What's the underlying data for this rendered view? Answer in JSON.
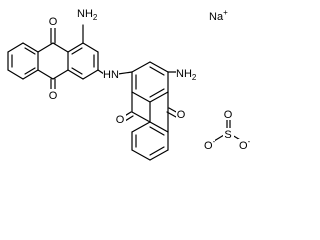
{
  "labels": {
    "oxo_a_top": "O",
    "amino_a": "NH",
    "amino_a_sub": "2",
    "oxo_a_bottom": "O",
    "bridge_n": "HN",
    "amino_b": "NH",
    "amino_b_sub": "2",
    "oxo_b_top": "O",
    "oxo_b_bottom": "O",
    "sodium": "Na",
    "sodium_charge": "+",
    "sulfite_o_top": "O",
    "sulfite_s": "S",
    "sulfite_o_left": "O",
    "sulfite_o_left_charge": "-",
    "sulfite_o_right": "O",
    "sulfite_o_right_charge": "-"
  },
  "colors": {
    "bond": "#000000",
    "text": "#000000",
    "background": "#ffffff"
  }
}
